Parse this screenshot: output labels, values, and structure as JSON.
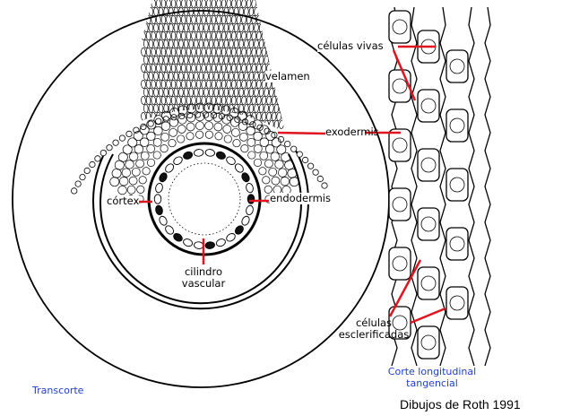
{
  "labels": {
    "velamen": "velamen",
    "exodermis": "exodermis",
    "cortex": "córtex",
    "endodermis": "endodermis",
    "cilindro_line1": "cilindro",
    "cilindro_line2": "vascular",
    "celulas_vivas": "células vivas",
    "esclerificadas_line1": "células",
    "esclerificadas_line2": "esclerificadas"
  },
  "captions": {
    "transcorte": "Transcorte",
    "corte_line1": "Corte longitudinal",
    "corte_line2": "tangencial",
    "credit": "Dibujos de Roth 1991"
  },
  "colors": {
    "leader_lines": "#e0141e",
    "caption_blue": "#1f3fd0",
    "ink": "#000000"
  }
}
